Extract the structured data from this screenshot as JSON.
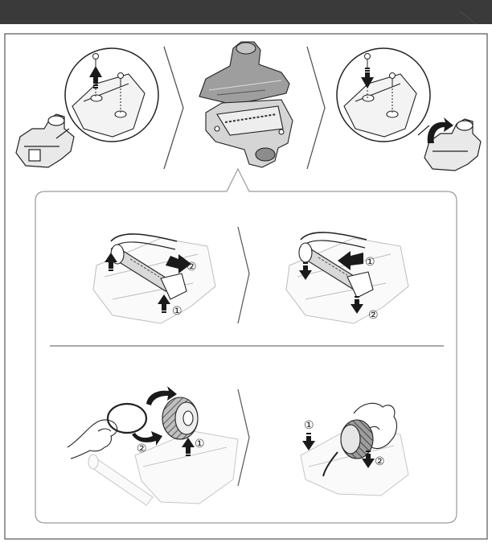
{
  "header": {
    "title": "",
    "bar_color": "#3a3a3a"
  },
  "steps": {
    "remove_screws": {
      "icons": [
        "screw-icon",
        "up-arrow-icon"
      ]
    },
    "open_head": {
      "icons": [
        "brush-head-open"
      ]
    },
    "insert_screws": {
      "icons": [
        "screw-icon",
        "down-arrow-icon",
        "rotate-arrow-icon"
      ]
    }
  },
  "callouts": {
    "roller_remove": {
      "step_one": "①",
      "step_two": "②"
    },
    "roller_install": {
      "step_one": "①",
      "step_two": "②"
    },
    "belt_remove": {
      "step_one": "①",
      "step_two": "②"
    },
    "belt_install": {
      "step_one": "①",
      "step_two": "②"
    }
  },
  "colors": {
    "frame_border": "#555555",
    "panel_border": "#9a9a9a",
    "ink": "#222222",
    "light_ink": "#bdbdbd",
    "arrow_fill": "#1a1a1a"
  }
}
